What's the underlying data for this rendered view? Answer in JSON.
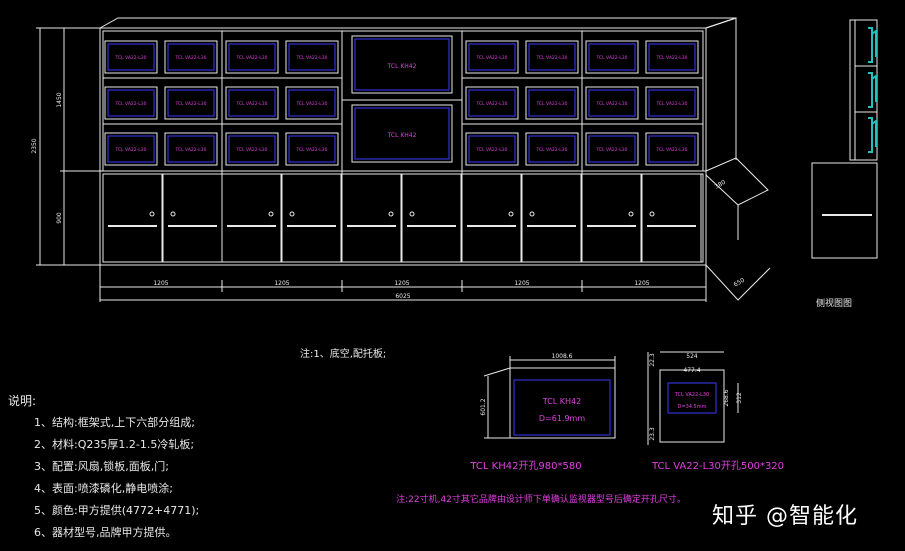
{
  "drawing": {
    "main_screen_label": "TCL KH42",
    "monitor_label": "TCL VA22-L30",
    "col_dims": [
      "1205",
      "1205",
      "1205",
      "1205",
      "1205"
    ],
    "total_width": "6025",
    "height_total": "2350",
    "height_upper": "1450",
    "height_lower": "900",
    "depth_upper": "380",
    "depth_lower": "650",
    "side_view_label": "侧视图图",
    "base_note": "注:1、底空,配托板;"
  },
  "notes": {
    "title": "说明:",
    "items": [
      "1、结构:框架式,上下六部分组成;",
      "2、材料:Q235厚1.2-1.5冷轧板;",
      "3、配置:风扇,锁板,面板,门;",
      "4、表面:喷漆磷化,静电喷涂;",
      "5、颜色:甲方提供(4772+4771);",
      "6、器材型号,品牌甲方提供。"
    ]
  },
  "details": {
    "kh42": {
      "label": "TCL KH42",
      "sublabel": "D=61.9mm",
      "width": "1008.6",
      "height": "601.2",
      "caption": "TCL KH42开孔980*580"
    },
    "va22": {
      "label": "TCL VA22-L30",
      "sublabel": "D=34.5mm",
      "width_outer": "524",
      "width_inner": "477.4",
      "h1": "22.3",
      "h2": "268.6",
      "h3": "312",
      "h4": "23.3",
      "caption": "TCL VA22-L30开孔500*320"
    },
    "footnote": "注:22寸机,42寸其它品牌由设计师下单确认监视器型号后确定开孔尺寸。"
  },
  "watermark": "知乎 @智能化"
}
